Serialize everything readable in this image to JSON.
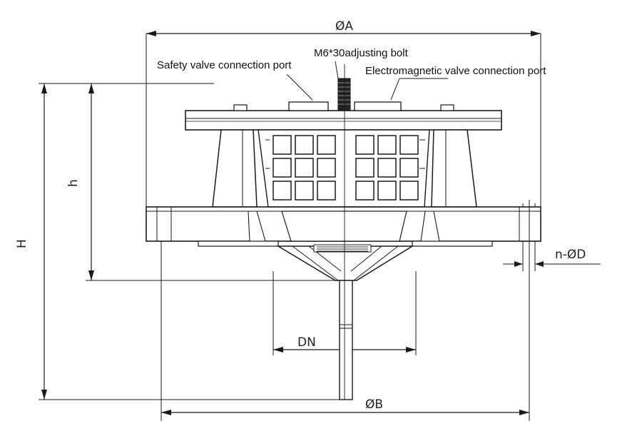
{
  "labels": {
    "diameter_a": "ØA",
    "diameter_b": "ØB",
    "height_total": "H",
    "height_h": "h",
    "nominal_diameter": "DN",
    "holes": "n-ØD",
    "adjusting_bolt": "M6*30adjusting bolt",
    "safety_port": "Safety valve connection port",
    "em_port": "Electromagnetic valve connection port"
  }
}
